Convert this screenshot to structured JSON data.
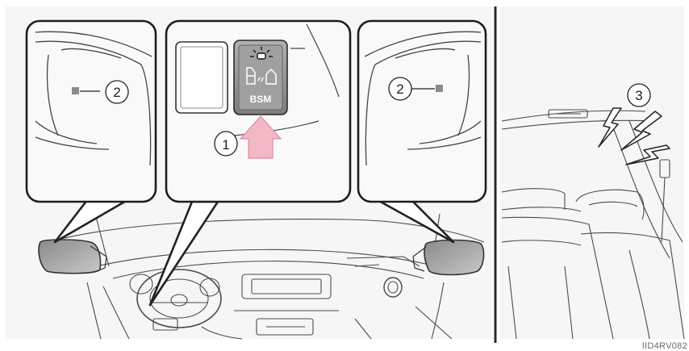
{
  "callouts": {
    "button": "1",
    "mirror_indicator": "2",
    "radar_signal": "3"
  },
  "bsm_button": {
    "label": "BSM",
    "icon": "blind-spot-monitor-icon"
  },
  "image_id": "IID4RV082",
  "colors": {
    "line": "#3a3a3a",
    "panel_bg": "#f4f4f4",
    "arrow": "#f2b8c6",
    "mirror_glass": "#9a9a9a",
    "button": "#8e8e8e"
  }
}
